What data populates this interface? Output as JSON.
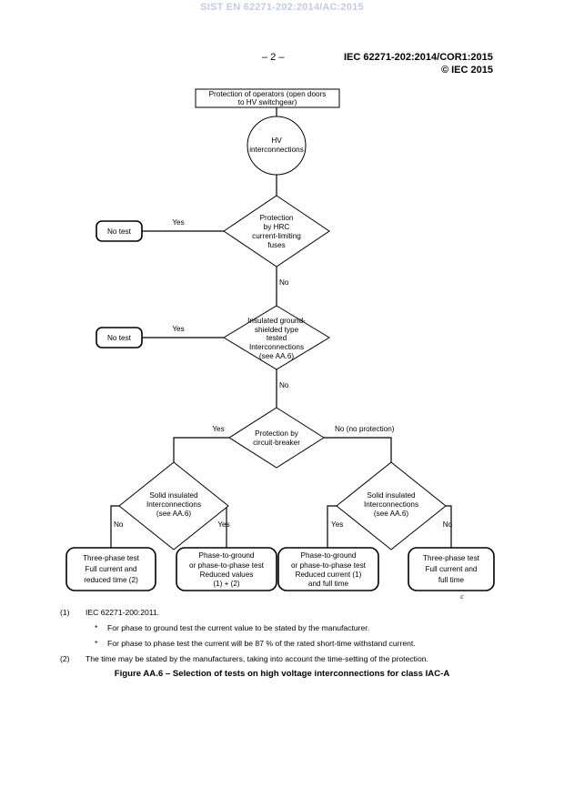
{
  "watermark": "SIST EN 62271-202:2014/AC:2015",
  "header": {
    "page_number": "– 2 –",
    "document_ref": "IEC 62271-202:2014/COR1:2015",
    "copyright": "© IEC 2015"
  },
  "flowchart": {
    "start_box": {
      "line1": "Protection of operators (open doors",
      "line2": "to HV switchgear)"
    },
    "circle": {
      "line1": "HV",
      "line2": "interconnections"
    },
    "decision_fuses": {
      "line1": "Protection",
      "line2": "by HRC",
      "line3": "current-limiting",
      "line4": "fuses"
    },
    "decision_shielded": {
      "line1": "Insulated ground-",
      "line2": "shielded type",
      "line3": "tested",
      "line4": "Interconnections",
      "line5": "(see AA.6)"
    },
    "decision_breaker": {
      "line1": "Protection by",
      "line2": "circuit-breaker"
    },
    "decision_solid_left": {
      "line1": "Solid insulated",
      "line2": "Interconnections",
      "line3": "(see AA.6)"
    },
    "decision_solid_right": {
      "line1": "Solid insulated",
      "line2": "Interconnections",
      "line3": "(see AA.6)"
    },
    "no_test_1": "No test",
    "no_test_2": "No test",
    "result_1": {
      "line1": "Three-phase test",
      "line2": "Full current and",
      "line3": "reduced time (2)"
    },
    "result_2": {
      "line1": "Phase-to-ground",
      "line2": "or phase-to-phase test",
      "line3": "Reduced values",
      "line4": "(1) + (2)"
    },
    "result_3": {
      "line1": "Phase-to-ground",
      "line2": "or phase-to-phase test",
      "line3": "Reduced current (1)",
      "line4": "and full time"
    },
    "result_4": {
      "line1": "Three-phase test",
      "line2": "Full current and",
      "line3": "full time"
    },
    "edges": {
      "fuses_yes": "Yes",
      "fuses_no": "No",
      "shielded_yes": "Yes",
      "shielded_no": "No",
      "breaker_yes": "Yes",
      "breaker_no": "No (no protection)",
      "solid_left_no": "No",
      "solid_left_yes": "Yes",
      "solid_right_yes": "Yes",
      "solid_right_no": "No"
    },
    "corner_mark": "c"
  },
  "footnotes": [
    {
      "key": "(1)",
      "text": "IEC 62271-200:2011."
    },
    {
      "key": "*",
      "text": "For phase to ground test the current value to be stated by the manufacturer.",
      "sub": true
    },
    {
      "key": "*",
      "text": "For phase to phase test the current will be 87 % of the rated short-time withstand current.",
      "sub": true
    },
    {
      "key": "(2)",
      "text": "The time may be stated by the manufacturers, taking into account the time-setting of the protection."
    }
  ],
  "caption": "Figure AA.6 – Selection of tests on high voltage interconnections for class IAC-A"
}
